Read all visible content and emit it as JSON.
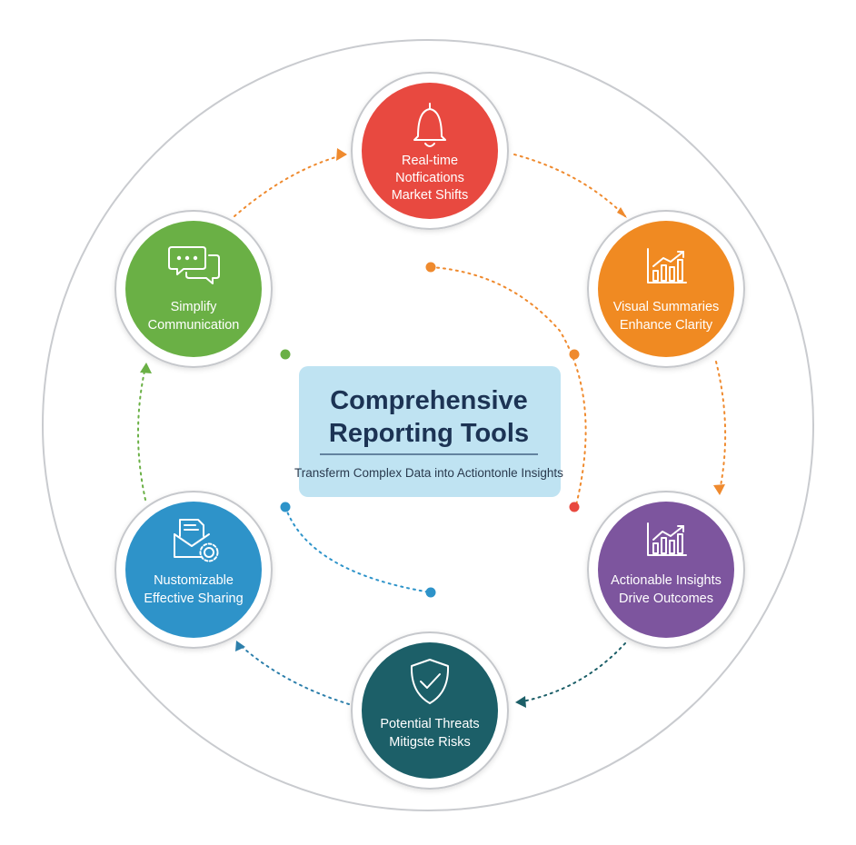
{
  "center": {
    "title_line1": "Comprehensive",
    "title_line2": "Reporting Tools",
    "subtitle": "Transferm Complex Data into Actiontonle Insights"
  },
  "nodes": [
    {
      "id": "notifications",
      "icon": "bell-icon",
      "color": "#e8493f",
      "lines": [
        "Real-time",
        "Notfications",
        "Market Shifts"
      ]
    },
    {
      "id": "visual-summaries",
      "icon": "bar-chart-icon",
      "color": "#f08a24",
      "lines": [
        "Visual Summaries",
        "Enhance Clarity"
      ]
    },
    {
      "id": "actionable-insights",
      "icon": "trend-chart-icon",
      "color": "#7d549e",
      "lines": [
        "Actionable Insights",
        "Drive Outcomes"
      ]
    },
    {
      "id": "potential-threats",
      "icon": "shield-check-icon",
      "color": "#1c5f68",
      "lines": [
        "Potential Threats",
        "Mitigste Risks"
      ]
    },
    {
      "id": "sharing",
      "icon": "report-gear-icon",
      "color": "#2d93c9",
      "lines": [
        "Nustomizable",
        "Effective Sharing"
      ]
    },
    {
      "id": "communication",
      "icon": "chat-bubbles-icon",
      "color": "#6ab045",
      "lines": [
        "Simplify",
        "Communication"
      ]
    }
  ],
  "colors": {
    "outer_ring": "#c9cbcf",
    "node_border": "#c6c8cc",
    "center_box": "#bfe3f2",
    "title": "#1c3354"
  }
}
